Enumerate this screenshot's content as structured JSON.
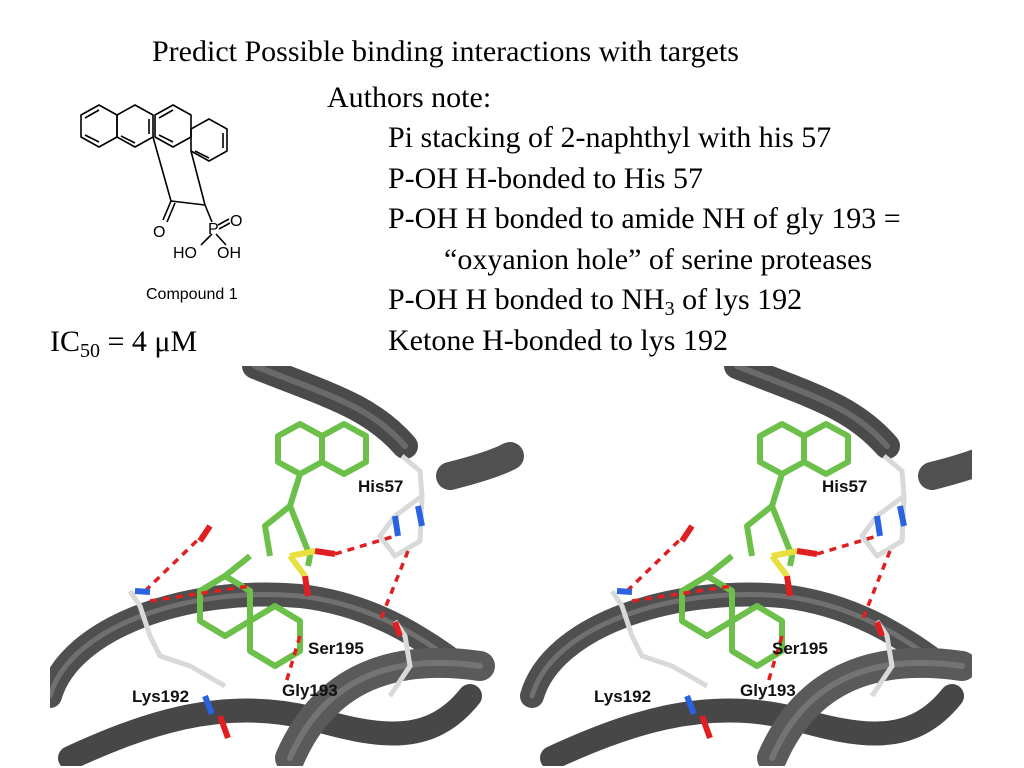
{
  "slide": {
    "title": "Predict Possible binding interactions with targets",
    "authors_heading": "Authors note:",
    "notes": [
      {
        "text": "Pi stacking of 2-naphthyl with his 57"
      },
      {
        "text": "P-OH H-bonded to His 57"
      },
      {
        "text": "P-OH H bonded to amide NH of gly 193 ="
      },
      {
        "text": "“oxyanion hole” of serine proteases"
      },
      {
        "main": "P-OH H bonded to NH",
        "sub": "3",
        "tail": " of lys 192"
      },
      {
        "text": "Ketone H-bonded to lys 192"
      }
    ],
    "ic50": {
      "prefix": "IC",
      "sub": "50",
      "value": " = 4 μM"
    }
  },
  "structure": {
    "caption": "Compound 1",
    "atoms": {
      "ketone_o": "O",
      "p": "P",
      "p_o": "O",
      "ho": "HO",
      "oh": "OH"
    }
  },
  "stereo_image": {
    "residue_labels": [
      "His57",
      "Ser195",
      "Lys192",
      "Gly193"
    ],
    "colors": {
      "ribbon": "#5a5a5a",
      "ligand": "#6cc04a",
      "hbond": "#e02020",
      "phosphorus": "#e8e040",
      "nitrogen": "#2a62e0",
      "oxygen": "#e02020"
    }
  }
}
